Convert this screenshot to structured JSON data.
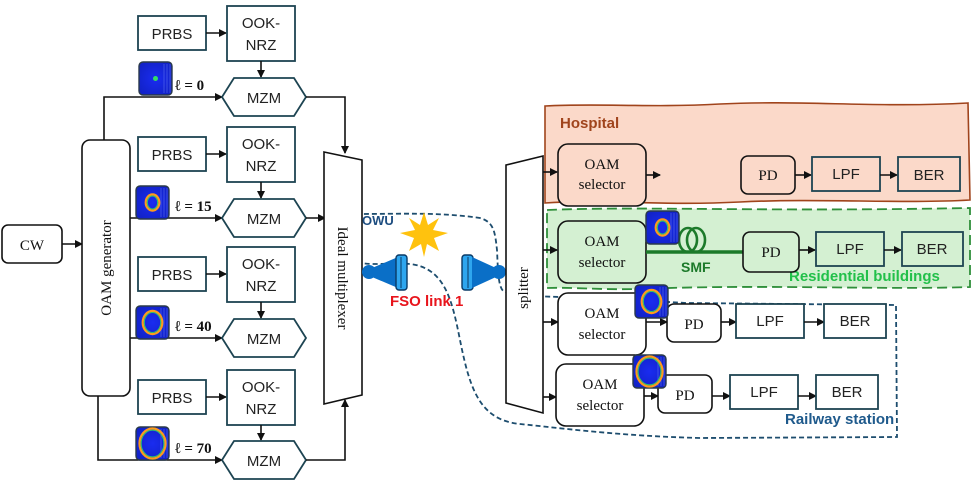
{
  "diagram": {
    "source": {
      "label": "CW"
    },
    "generator": {
      "label": "OAM generator"
    },
    "multiplexer": {
      "label": "Ideal multiplexer"
    },
    "splitter": {
      "label": "splitter"
    },
    "transmitter_branches": [
      {
        "prbs": "PRBS",
        "encoder_line1": "OOK-",
        "encoder_line2": "NRZ",
        "modulator": "MZM",
        "mode_label": "ℓ = 0",
        "mode": 0
      },
      {
        "prbs": "PRBS",
        "encoder_line1": "OOK-",
        "encoder_line2": "NRZ",
        "modulator": "MZM",
        "mode_label": "ℓ = 15",
        "mode": 15
      },
      {
        "prbs": "PRBS",
        "encoder_line1": "OOK-",
        "encoder_line2": "NRZ",
        "modulator": "MZM",
        "mode_label": "ℓ = 40",
        "mode": 40
      },
      {
        "prbs": "PRBS",
        "encoder_line1": "OOK-",
        "encoder_line2": "NRZ",
        "modulator": "MZM",
        "mode_label": "ℓ = 70",
        "mode": 70
      }
    ],
    "channel": {
      "owu_label": "OWU",
      "link_label": "FSO link 1",
      "sun_icon": "sun-icon",
      "telescope_icon": "telescope-icon"
    },
    "receiver_regions": [
      {
        "name": "Hospital",
        "selector_line1": "OAM",
        "selector_line2": "selector",
        "pd": "PD",
        "lpf": "LPF",
        "ber": "BER",
        "color": "#fbd9c9",
        "border": "#a0441c"
      },
      {
        "name": "Residential buildings",
        "selector_line1": "OAM",
        "selector_line2": "selector",
        "fiber": "SMF",
        "pd": "PD",
        "lpf": "LPF",
        "ber": "BER",
        "color": "#d4f0d2",
        "border": "#2f8f3a"
      },
      {
        "name": "Railway station",
        "receivers": [
          {
            "selector_line1": "OAM",
            "selector_line2": "selector",
            "pd": "PD",
            "lpf": "LPF",
            "ber": "BER"
          },
          {
            "selector_line1": "OAM",
            "selector_line2": "selector",
            "pd": "PD",
            "lpf": "LPF",
            "ber": "BER"
          }
        ],
        "border": "#1d4d6e"
      }
    ],
    "colors": {
      "box_border": "#1d4452",
      "owu_text": "#1d4d80",
      "fso_text": "#e8141c",
      "residential_text": "#22c04a",
      "railway_text": "#1f5a8c",
      "hospital_text": "#a0441c",
      "smf": "#1c7a2a",
      "sun": "#ffc20e",
      "telescope": "#0a6fc7"
    }
  }
}
